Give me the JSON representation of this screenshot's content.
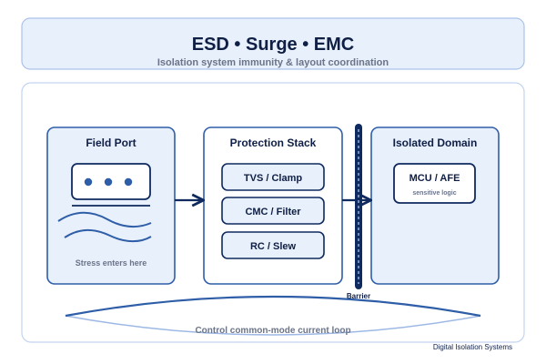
{
  "header": {
    "title": "ESD • Surge • EMC",
    "subtitle": "Isolation system immunity & layout coordination"
  },
  "field_port": {
    "title": "Field Port",
    "caption": "Stress enters here"
  },
  "protection_stack": {
    "title": "Protection Stack",
    "items": [
      "TVS / Clamp",
      "CMC / Filter",
      "RC / Slew"
    ]
  },
  "barrier": {
    "label": "Barrier"
  },
  "isolated_domain": {
    "title": "Isolated Domain",
    "mcu_label": "MCU / AFE",
    "mcu_caption": "sensitive logic"
  },
  "loop": {
    "label": "Control common-mode current loop"
  },
  "footer": {
    "brand": "Digital Isolation Systems"
  },
  "colors": {
    "navy": "#0f2a5e",
    "accent_blue": "#2f5ea8",
    "panel_fill": "#e8f0fc",
    "panel_border": "#aac2ea",
    "text_dark": "#0f1f45",
    "text_grey": "#6b7488"
  }
}
